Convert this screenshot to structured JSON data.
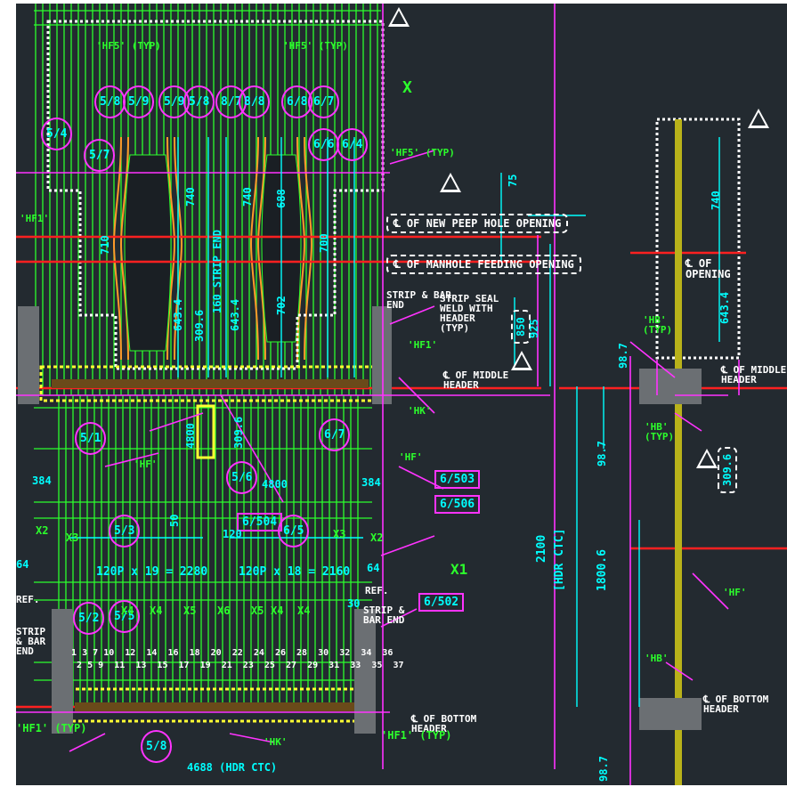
{
  "colors": {
    "background": "#232a30",
    "tube": "#2cff2c",
    "dimension": "#00ffff",
    "centerline": "#ff2020",
    "leader": "#ff33ff",
    "weld": "#ffffff",
    "header_bar": "#ffff33"
  },
  "tube_labels": [
    "5/4",
    "5/7",
    "5/8",
    "5/9",
    "5/9",
    "5/8",
    "8/7",
    "8/8",
    "6/8",
    "6/7",
    "6/6",
    "6/4",
    "5/1",
    "5/3",
    "5/5",
    "5/2",
    "5/6",
    "6/7",
    "6/5",
    "5/8"
  ],
  "ref_boxes": [
    "6/503",
    "6/506",
    "6/504",
    "6/502"
  ],
  "detail_tags": [
    "'HF5' (TYP)",
    "'HF5' (TYP)",
    "'HF5' (TYP)",
    "'HF1'",
    "'HF1'",
    "'HF'",
    "'HK'",
    "'HF1' (TYP)",
    "'HF1' (TYP)",
    "'HB' (TYP)",
    "'HB' (TYP)",
    "'HF'",
    "'HB'",
    "'HK'",
    "'HF'"
  ],
  "callouts": {
    "peep_hole": "℄ OF NEW PEEP HOLE OPENING",
    "manhole": "℄ OF MANHOLE FEEDING OPENING",
    "opening": "℄ OF OPENING",
    "middle_header": "℄ OF MIDDLE HEADER",
    "middle_header_right": "℄ OF MIDDLE HEADER",
    "bottom_header": "℄ OF BOTTOM HEADER",
    "bottom_header_right": "℄ OF BOTTOM HEADER",
    "strip_bar_end_1": "STRIP & BAR END",
    "strip_bar_end_2": "STRIP & BAR END",
    "strip_bar_end_3": "STRIP & BAR END",
    "strip_seal": "STRIP SEAL WELD WITH HEADER (TYP)",
    "ref_1": "REF.",
    "ref_2": "REF."
  },
  "dimensions": {
    "d740_a": "740",
    "d740_b": "740",
    "d740_c": "740",
    "d160_strip": "160 STRIP END",
    "d643_a": "643.4",
    "d643_b": "643.4",
    "d643_c": "643.4",
    "d309_a": "309.6",
    "d309_b": "309.6",
    "d309_c": "309.6",
    "d688": "688",
    "d702": "702",
    "d700": "700",
    "d710": "710",
    "d850": "850",
    "d925": "925",
    "d75": "75",
    "d384_a": "384",
    "d384_b": "384",
    "d4800": "4800",
    "d4800_b": "4800",
    "d120": "120",
    "d50": "50",
    "d64_a": "64",
    "d64_b": "64",
    "pitch_left": "120P x 19 = 2280",
    "pitch_right": "120P x 18 = 2160",
    "d98_7a": "98.7",
    "d98_7b": "98.7",
    "d98_7c": "98.7",
    "d2100": "2100",
    "hdr_ctc": "[HDR CTC]",
    "d1800": "1800.6",
    "hdr_ctc_bottom": "4688 (HDR CTC)",
    "d30": "30"
  },
  "tube_numbers": [
    "1",
    "2",
    "3",
    "5",
    "7",
    "9",
    "10",
    "11",
    "12",
    "13",
    "14",
    "15",
    "16",
    "17",
    "18",
    "19",
    "20",
    "21",
    "22",
    "23",
    "24",
    "25",
    "26",
    "27",
    "28",
    "29",
    "30",
    "31",
    "32",
    "33",
    "34",
    "35",
    "36",
    "37"
  ],
  "x_marks": [
    "X",
    "X1",
    "X2",
    "X3",
    "X4",
    "X5",
    "X6",
    "X2",
    "X3",
    "X4",
    "X5",
    "X4",
    "X4"
  ]
}
